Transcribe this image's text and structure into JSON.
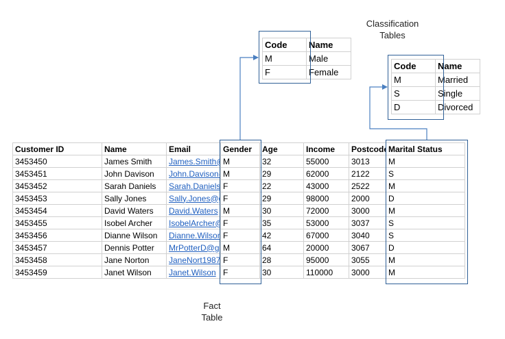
{
  "captions": {
    "classification": [
      "Classification",
      "Tables"
    ],
    "fact": [
      "Fact",
      "Table"
    ]
  },
  "gender_table": {
    "headers": [
      "Code",
      "Name"
    ],
    "rows": [
      [
        "M",
        "Male"
      ],
      [
        "F",
        "Female"
      ]
    ]
  },
  "marital_table": {
    "headers": [
      "Code",
      "Name"
    ],
    "rows": [
      [
        "M",
        "Married"
      ],
      [
        "S",
        "Single"
      ],
      [
        "D",
        "Divorced"
      ]
    ]
  },
  "fact_table": {
    "headers": [
      "Customer ID",
      "Name",
      "Email",
      "Gender",
      "Age",
      "Income",
      "Postcode",
      "Marital Status"
    ],
    "rows": [
      [
        "3453450",
        "James Smith",
        "James.Smith@",
        "M",
        "32",
        "55000",
        "3013",
        "M"
      ],
      [
        "3453451",
        "John Davison",
        "John.Davison@",
        "M",
        "29",
        "62000",
        "2122",
        "S"
      ],
      [
        "3453452",
        "Sarah Daniels",
        "Sarah.Daniels",
        "F",
        "22",
        "43000",
        "2522",
        "M"
      ],
      [
        "3453453",
        "Sally Jones",
        "Sally.Jones@g",
        "F",
        "29",
        "98000",
        "2000",
        "D"
      ],
      [
        "3453454",
        "David Waters",
        "David.Waters",
        "M",
        "30",
        "72000",
        "3000",
        "M"
      ],
      [
        "3453455",
        "Isobel Archer",
        "IsobelArcher@",
        "F",
        "35",
        "53000",
        "3037",
        "S"
      ],
      [
        "3453456",
        "Dianne Wilson",
        "Dianne.Wilson",
        "F",
        "42",
        "67000",
        "3040",
        "S"
      ],
      [
        "3453457",
        "Dennis Potter",
        "MrPotterD@g",
        "M",
        "64",
        "20000",
        "3067",
        "D"
      ],
      [
        "3453458",
        "Jane Norton",
        "JaneNort1987",
        "F",
        "28",
        "95000",
        "3055",
        "M"
      ],
      [
        "3453459",
        "Janet Wilson",
        "Janet.Wilson",
        "F",
        "30",
        "110000",
        "3000",
        "M"
      ]
    ]
  },
  "colors": {
    "connector": "#4a7fc0",
    "frame": "#2e5f96",
    "email_link": "#1f5fbf"
  }
}
